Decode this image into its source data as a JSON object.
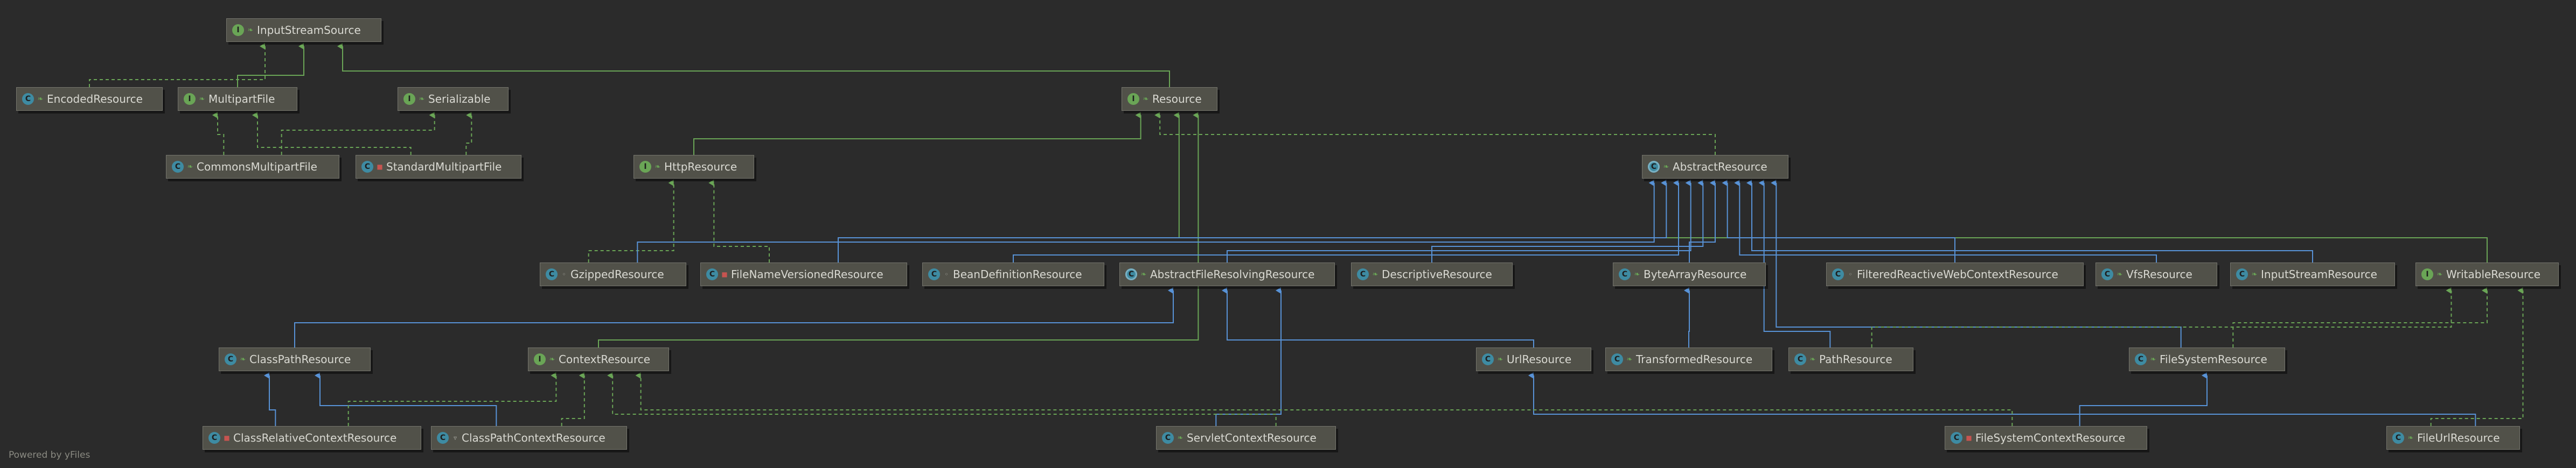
{
  "nodes": {
    "inputstreamsource": {
      "name": "InputStreamSource",
      "kind": "I",
      "vis": ""
    },
    "encodedresource": {
      "name": "EncodedResource",
      "kind": "C",
      "vis": ""
    },
    "multipartfile": {
      "name": "MultipartFile",
      "kind": "I",
      "vis": ""
    },
    "serializable": {
      "name": "Serializable",
      "kind": "I",
      "vis": ""
    },
    "resource": {
      "name": "Resource",
      "kind": "I",
      "vis": ""
    },
    "commonsmultipartfile": {
      "name": "CommonsMultipartFile",
      "kind": "C",
      "vis": ""
    },
    "standardmultipartfile": {
      "name": "StandardMultipartFile",
      "kind": "C",
      "vis": "red"
    },
    "httpresource": {
      "name": "HttpResource",
      "kind": "I",
      "vis": ""
    },
    "abstractresource": {
      "name": "AbstractResource",
      "kind": "A",
      "vis": ""
    },
    "gzippedresource": {
      "name": "GzippedResource",
      "kind": "C",
      "vis": "pkg"
    },
    "filenameversionedresource": {
      "name": "FileNameVersionedResource",
      "kind": "C",
      "vis": "red"
    },
    "beandefinitionresource": {
      "name": "BeanDefinitionResource",
      "kind": "C",
      "vis": "pkg"
    },
    "abstractfileresolvingresource": {
      "name": "AbstractFileResolvingResource",
      "kind": "A",
      "vis": ""
    },
    "descriptiveresource": {
      "name": "DescriptiveResource",
      "kind": "C",
      "vis": ""
    },
    "bytearrayresource": {
      "name": "ByteArrayResource",
      "kind": "C",
      "vis": ""
    },
    "filteredreactivewebcontextresource": {
      "name": "FilteredReactiveWebContextResource",
      "kind": "C",
      "vis": "pkg"
    },
    "vfsresource": {
      "name": "VfsResource",
      "kind": "C",
      "vis": ""
    },
    "inputstreamresource": {
      "name": "InputStreamResource",
      "kind": "C",
      "vis": ""
    },
    "writableresource": {
      "name": "WritableResource",
      "kind": "I",
      "vis": ""
    },
    "classpathresource": {
      "name": "ClassPathResource",
      "kind": "C",
      "vis": ""
    },
    "contextresource": {
      "name": "ContextResource",
      "kind": "I",
      "vis": ""
    },
    "urlresource": {
      "name": "UrlResource",
      "kind": "C",
      "vis": ""
    },
    "transformedresource": {
      "name": "TransformedResource",
      "kind": "C",
      "vis": ""
    },
    "pathresource": {
      "name": "PathResource",
      "kind": "C",
      "vis": ""
    },
    "filesystemresource": {
      "name": "FileSystemResource",
      "kind": "C",
      "vis": ""
    },
    "classrelativecontextresource": {
      "name": "ClassRelativeContextResource",
      "kind": "C",
      "vis": "red"
    },
    "classpathcontextresource": {
      "name": "ClassPathContextResource",
      "kind": "C",
      "vis": "prot"
    },
    "servletcontextresource": {
      "name": "ServletContextResource",
      "kind": "C",
      "vis": ""
    },
    "filesystemcontextresource": {
      "name": "FileSystemContextResource",
      "kind": "C",
      "vis": "red"
    },
    "fileurlresource": {
      "name": "FileUrlResource",
      "kind": "C",
      "vis": ""
    }
  },
  "kind_letters": {
    "I": "I",
    "C": "C",
    "A": "C"
  },
  "edges": [
    {
      "from": "encodedresource",
      "to": "inputstreamsource",
      "type": "implements"
    },
    {
      "from": "multipartfile",
      "to": "inputstreamsource",
      "type": "extends-iface"
    },
    {
      "from": "resource",
      "to": "inputstreamsource",
      "type": "extends-iface"
    },
    {
      "from": "commonsmultipartfile",
      "to": "multipartfile",
      "type": "implements"
    },
    {
      "from": "commonsmultipartfile",
      "to": "serializable",
      "type": "implements"
    },
    {
      "from": "standardmultipartfile",
      "to": "multipartfile",
      "type": "implements"
    },
    {
      "from": "standardmultipartfile",
      "to": "serializable",
      "type": "implements"
    },
    {
      "from": "httpresource",
      "to": "resource",
      "type": "extends-iface"
    },
    {
      "from": "abstractresource",
      "to": "resource",
      "type": "implements"
    },
    {
      "from": "writableresource",
      "to": "resource",
      "type": "extends-iface"
    },
    {
      "from": "contextresource",
      "to": "resource",
      "type": "extends-iface"
    },
    {
      "from": "gzippedresource",
      "to": "httpresource",
      "type": "implements"
    },
    {
      "from": "filenameversionedresource",
      "to": "httpresource",
      "type": "implements"
    },
    {
      "from": "gzippedresource",
      "to": "abstractresource",
      "type": "extends"
    },
    {
      "from": "filenameversionedresource",
      "to": "abstractresource",
      "type": "extends"
    },
    {
      "from": "beandefinitionresource",
      "to": "abstractresource",
      "type": "extends"
    },
    {
      "from": "abstractfileresolvingresource",
      "to": "abstractresource",
      "type": "extends"
    },
    {
      "from": "descriptiveresource",
      "to": "abstractresource",
      "type": "extends"
    },
    {
      "from": "bytearrayresource",
      "to": "abstractresource",
      "type": "extends"
    },
    {
      "from": "filteredreactivewebcontextresource",
      "to": "abstractresource",
      "type": "extends"
    },
    {
      "from": "vfsresource",
      "to": "abstractresource",
      "type": "extends"
    },
    {
      "from": "inputstreamresource",
      "to": "abstractresource",
      "type": "extends"
    },
    {
      "from": "pathresource",
      "to": "abstractresource",
      "type": "extends"
    },
    {
      "from": "filesystemresource",
      "to": "abstractresource",
      "type": "extends"
    },
    {
      "from": "classpathresource",
      "to": "abstractfileresolvingresource",
      "type": "extends"
    },
    {
      "from": "urlresource",
      "to": "abstractfileresolvingresource",
      "type": "extends"
    },
    {
      "from": "servletcontextresource",
      "to": "abstractfileresolvingresource",
      "type": "extends"
    },
    {
      "from": "transformedresource",
      "to": "bytearrayresource",
      "type": "extends"
    },
    {
      "from": "pathresource",
      "to": "writableresource",
      "type": "implements"
    },
    {
      "from": "filesystemresource",
      "to": "writableresource",
      "type": "implements"
    },
    {
      "from": "fileurlresource",
      "to": "writableresource",
      "type": "implements"
    },
    {
      "from": "fileurlresource",
      "to": "urlresource",
      "type": "extends"
    },
    {
      "from": "classrelativecontextresource",
      "to": "classpathresource",
      "type": "extends"
    },
    {
      "from": "classpathcontextresource",
      "to": "classpathresource",
      "type": "extends"
    },
    {
      "from": "classrelativecontextresource",
      "to": "contextresource",
      "type": "implements"
    },
    {
      "from": "classpathcontextresource",
      "to": "contextresource",
      "type": "implements"
    },
    {
      "from": "servletcontextresource",
      "to": "contextresource",
      "type": "implements"
    },
    {
      "from": "filesystemcontextresource",
      "to": "contextresource",
      "type": "implements"
    },
    {
      "from": "filesystemcontextresource",
      "to": "filesystemresource",
      "type": "extends"
    }
  ],
  "colors": {
    "background": "#2b2b2b",
    "node_fill": "#515149",
    "node_border": "#75756d",
    "extends_blue": "#5892d6",
    "implements_green": "#6aa556",
    "text": "#d9d9d2"
  },
  "footer": "Powered by yFiles"
}
